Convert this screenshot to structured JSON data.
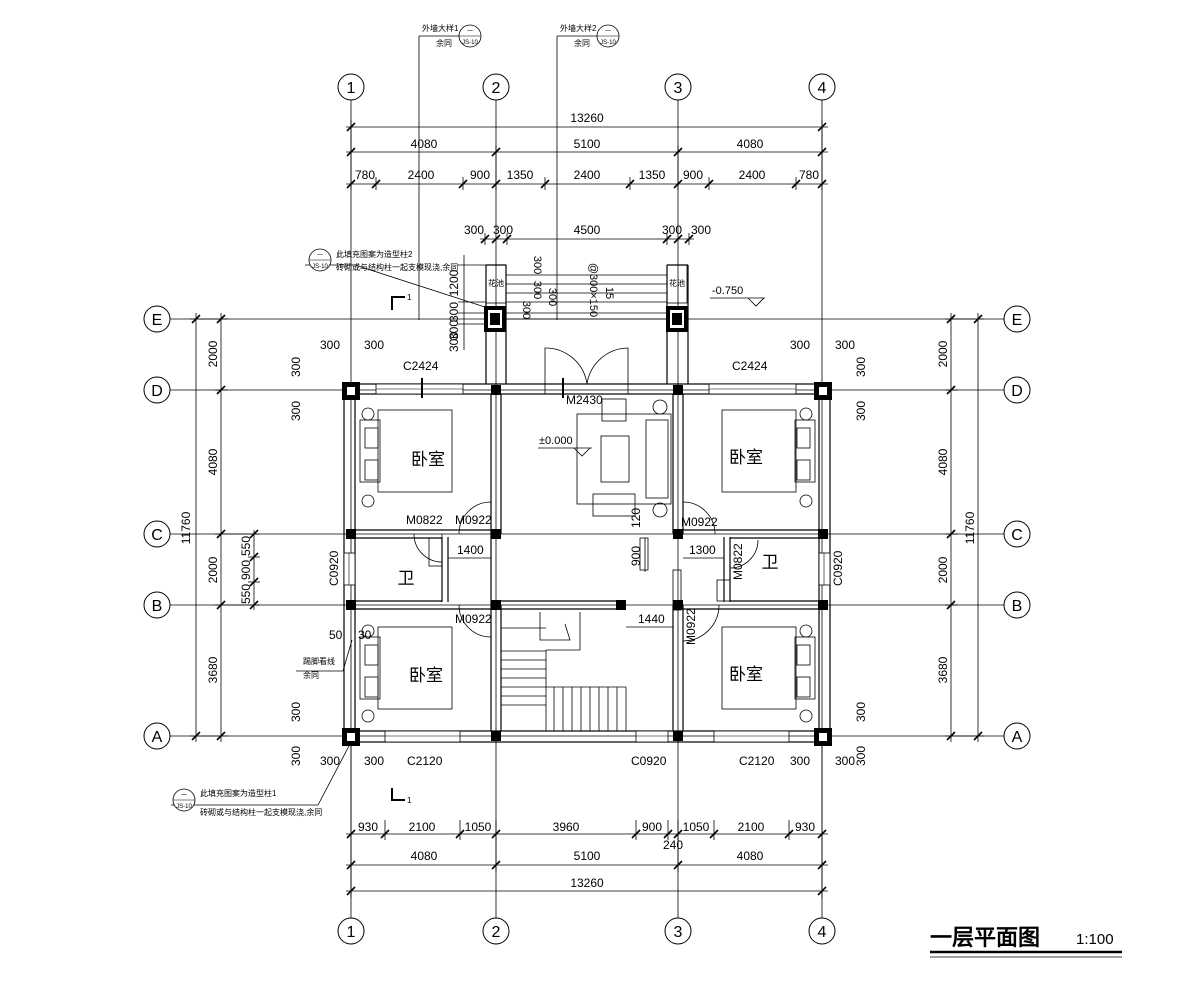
{
  "axes_columns": [
    "1",
    "2",
    "3",
    "4"
  ],
  "axes_rows": [
    "E",
    "D",
    "C",
    "B",
    "A"
  ],
  "dims_top": {
    "total": "13260",
    "level2": [
      "4080",
      "5100",
      "4080"
    ],
    "level3": [
      "780",
      "2400",
      "900",
      "1350",
      "2400",
      "1350",
      "900",
      "2400",
      "780"
    ],
    "porch": [
      "300",
      "300",
      "4500",
      "300",
      "300"
    ]
  },
  "dims_bottom": {
    "level1": [
      "930",
      "2100",
      "1050",
      "3960",
      "900",
      "1050",
      "2100",
      "930"
    ],
    "extra": "240",
    "level2": [
      "4080",
      "5100",
      "4080"
    ],
    "total": "13260"
  },
  "dims_side": {
    "total": "11760",
    "segments": [
      "2000",
      "4080",
      "2000",
      "3680"
    ],
    "left_c_b": [
      "550",
      "900",
      "550"
    ],
    "wall_offsets": [
      "300",
      "300"
    ]
  },
  "porch_vertical": [
    "300",
    "1200",
    "300",
    "300"
  ],
  "stair_vertical": [
    "300",
    "300",
    "300",
    "300"
  ],
  "step_label": "@300×150",
  "step_count": "15",
  "flower_bed": "花池",
  "level_porch": "-0.750",
  "level_floor": "±0.000",
  "windows": {
    "c2424_l": "C2424",
    "c2424_r": "C2424",
    "c2120_l": "C2120",
    "c2120_r": "C2120",
    "c0920_bottom": "C0920",
    "c0920_left": "C0920",
    "c0920_right": "C0920"
  },
  "doors": {
    "m2430": "M2430",
    "m0822": "M0822",
    "m0922_a": "M0922",
    "m0922_b": "M0922",
    "m0922_c": "M0922",
    "m0922_d": "M0922",
    "m0822_r": "M0822"
  },
  "inner_dims": {
    "d1400": "1400",
    "d1300": "1300",
    "d1440": "1440",
    "d900": "900",
    "d120": "120",
    "d50": "50",
    "d30": "30"
  },
  "rooms": {
    "bedroom": "卧室",
    "bath": "卫"
  },
  "notes": {
    "wall1_title": "外墙大样1",
    "wall1_sub": "余同",
    "wall2_title": "外墙大样2",
    "wall2_sub": "余同",
    "detail_ref_top": "一",
    "detail_ref_bot": "JS-10",
    "col2_line1": "此填充图案为造型柱2",
    "col2_line2": "砖砌或与结构柱一起支模现浇,余同",
    "col1_line1": "此填充图案为造型柱1",
    "col1_line2": "砖砌或与结构柱一起支模现浇,余同",
    "skirting_line1": "踢脚看线",
    "skirting_line2": "余同"
  },
  "section_mark": "1",
  "drawing_title": "一层平面图",
  "drawing_scale": "1:100"
}
